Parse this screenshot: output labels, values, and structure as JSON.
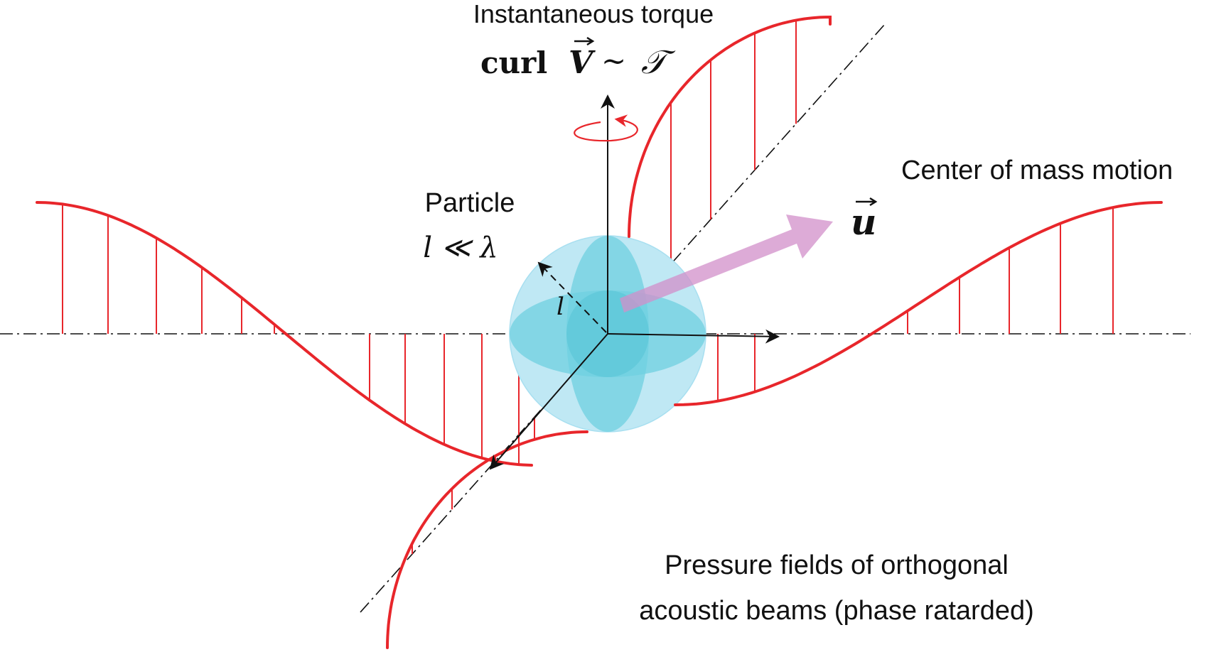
{
  "labels": {
    "torque_title": "Instantaneous torque",
    "torque_curl": "curl",
    "torque_vector": "V",
    "torque_sim": "~",
    "torque_T": "𝒯",
    "particle_title": "Particle",
    "particle_relation": "l ≪ λ",
    "radius_label": "l",
    "center_of_mass_title": "Center of mass motion",
    "velocity_symbol": "u",
    "pressure_line1": "Pressure fields of orthogonal",
    "pressure_line2": "acoustic beams (phase ratarded)"
  },
  "colors": {
    "wave": "#e8262b",
    "axis": "#111111",
    "sphere_outer": "#bde8f3",
    "sphere_inner": "#6fcfdf",
    "velocity_arrow": "#d79bd0",
    "rotation_arrow": "#e8262b"
  },
  "icons": {
    "rotation": "curved-rotation-arrow-icon",
    "velocity": "thick-arrow-icon"
  }
}
